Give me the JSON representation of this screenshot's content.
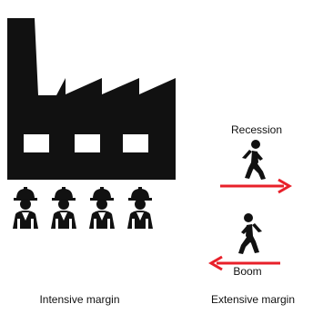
{
  "diagram": {
    "left_caption": "Intensive margin",
    "right_caption": "Extensive margin",
    "recession_label": "Recession",
    "boom_label": "Boom",
    "icon_color": "#111111",
    "arrow_color": "#e8202a",
    "window_color": "#ffffff",
    "icons": {
      "factory": "factory-icon",
      "workers": "construction-worker-icon",
      "person": "walking-person-icon"
    }
  }
}
